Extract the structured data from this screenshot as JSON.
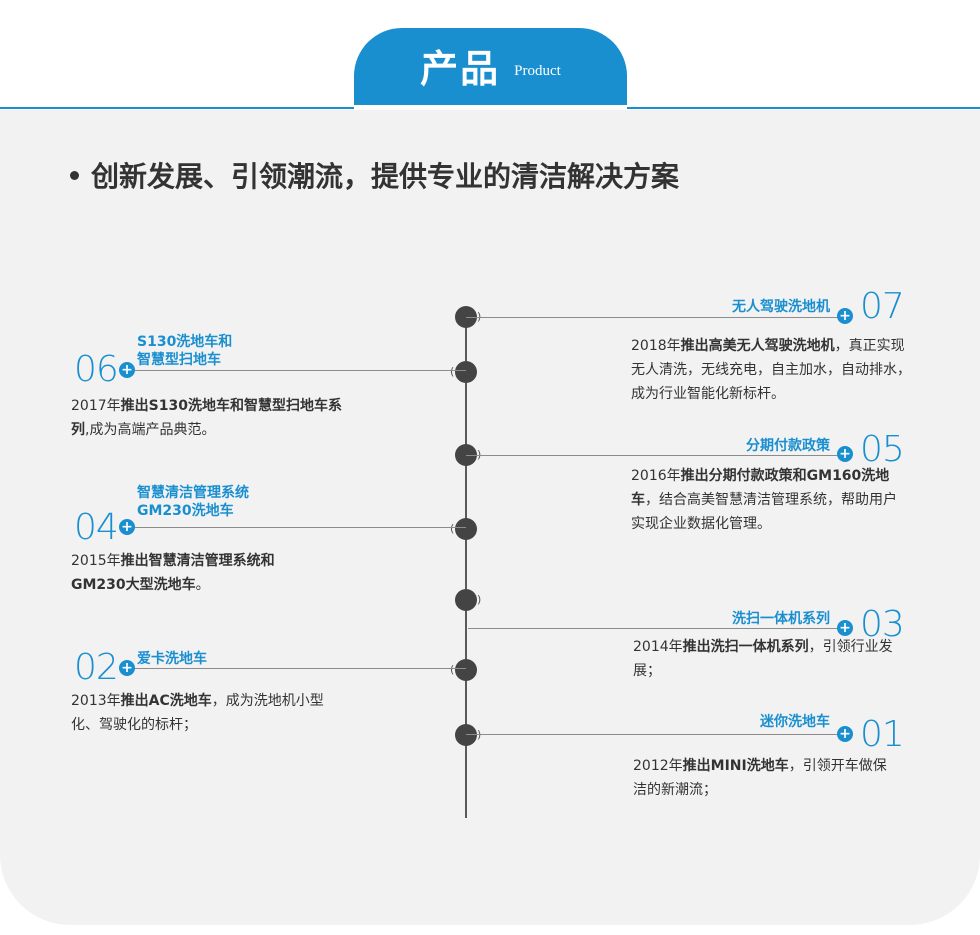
{
  "header": {
    "title_cn": "产品",
    "title_en": "Product"
  },
  "headline": "创新发展、引领潮流，提供专业的清洁解决方案",
  "items": [
    {
      "number": "07",
      "title_line1": "无人驾驶洗地机",
      "title_line2": "",
      "year": "2018年",
      "lead": "推出高美无人驾驶洗地机",
      "rest": "，真正实现无人清洗，无线充电，自主加水，自动排水，成为行业智能化新标杆。"
    },
    {
      "number": "06",
      "title_line1": "S130洗地车和",
      "title_line2": "智慧型扫地车",
      "year": "2017年",
      "lead": "推出S130洗地车和智慧型扫地车系列",
      "rest": ",成为高端产品典范。"
    },
    {
      "number": "05",
      "title_line1": "分期付款政策",
      "title_line2": "",
      "year": "2016年",
      "lead": "推出分期付款政策和GM160洗地车",
      "rest": "，结合高美智慧清洁管理系统，帮助用户实现企业数据化管理。"
    },
    {
      "number": "04",
      "title_line1": "智慧清洁管理系统",
      "title_line2": "GM230洗地车",
      "year": "2015年",
      "lead": "推出智慧清洁管理系统和GM230大型洗地车",
      "rest": "。"
    },
    {
      "number": "03",
      "title_line1": "洗扫一体机系列",
      "title_line2": "",
      "year": "2014年",
      "lead": "推出洗扫一体机系列",
      "rest": "，引领行业发展；"
    },
    {
      "number": "02",
      "title_line1": "爱卡洗地车",
      "title_line2": "",
      "year": "2013年",
      "lead": "推出AC洗地车",
      "rest": "，成为洗地机小型化、驾驶化的标杆；"
    },
    {
      "number": "01",
      "title_line1": "迷你洗地车",
      "title_line2": "",
      "year": "2012年",
      "lead": "推出MINI洗地车",
      "rest": "，引领开车做保洁的新潮流；"
    }
  ],
  "colors": {
    "accent": "#1a8fd0",
    "panel": "#f2f2f2",
    "node": "#444444"
  },
  "icons": {
    "plus": "+",
    "bracket_right": ")",
    "bracket_left": "("
  }
}
